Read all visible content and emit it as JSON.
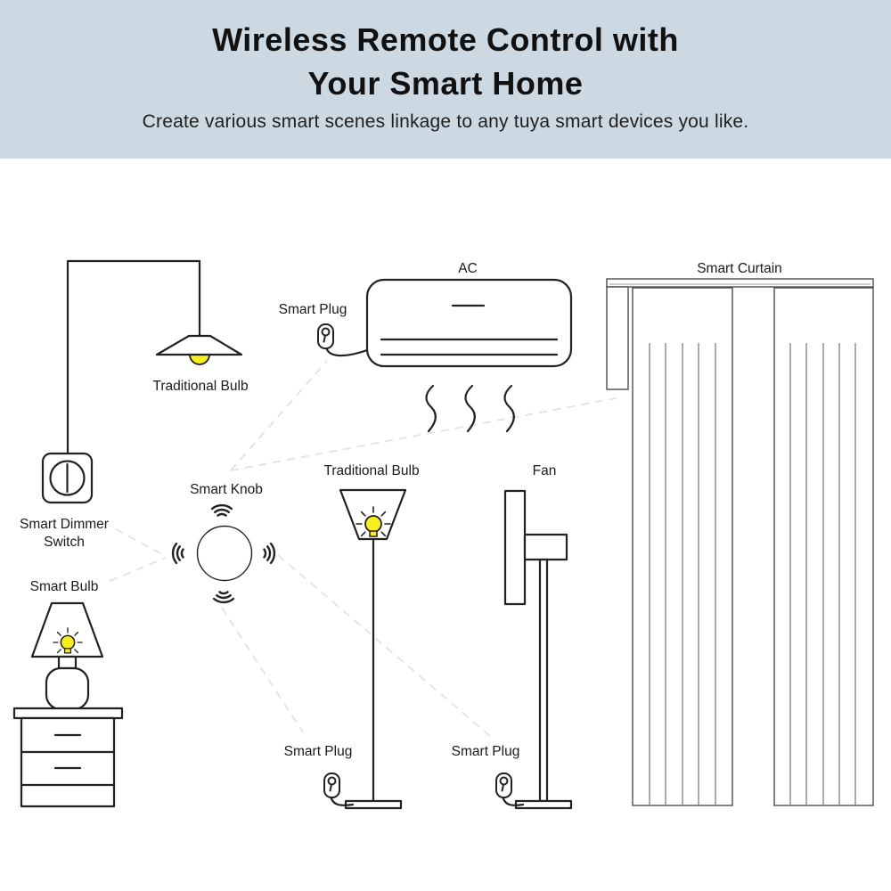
{
  "header": {
    "title_line1": "Wireless Remote Control with",
    "title_line2": "Your Smart Home",
    "subtitle": "Create various smart scenes linkage to any tuya smart devices you like."
  },
  "hub": {
    "label": "Smart Knob"
  },
  "devices": {
    "pendant_lamp": {
      "label": "Traditional Bulb"
    },
    "dimmer": {
      "label_line1": "Smart Dimmer",
      "label_line2": "Switch"
    },
    "table_lamp": {
      "label": "Smart Bulb"
    },
    "plug_ac": {
      "label": "Smart Plug"
    },
    "ac": {
      "label": "AC"
    },
    "curtain": {
      "label": "Smart Curtain"
    },
    "floor_lamp": {
      "label": "Traditional Bulb"
    },
    "fan": {
      "label": "Fan"
    },
    "plug_floor_lamp": {
      "label": "Smart Plug"
    },
    "plug_fan": {
      "label": "Smart Plug"
    }
  },
  "connections": [
    {
      "from": "Smart Knob",
      "to": "Smart Dimmer Switch"
    },
    {
      "from": "Smart Knob",
      "to": "Smart Bulb"
    },
    {
      "from": "Smart Knob",
      "to": "Smart Plug (AC)"
    },
    {
      "from": "Smart Knob",
      "to": "Smart Curtain"
    },
    {
      "from": "Smart Knob",
      "to": "Smart Plug (Traditional Bulb floor lamp)"
    },
    {
      "from": "Smart Knob",
      "to": "Smart Plug (Fan)"
    }
  ],
  "colors": {
    "header_bg": "#ccd8e2",
    "bulb_yellow": "#f7ed1f",
    "line_ink": "#222222",
    "dashed_link": "#e2e2e2"
  }
}
